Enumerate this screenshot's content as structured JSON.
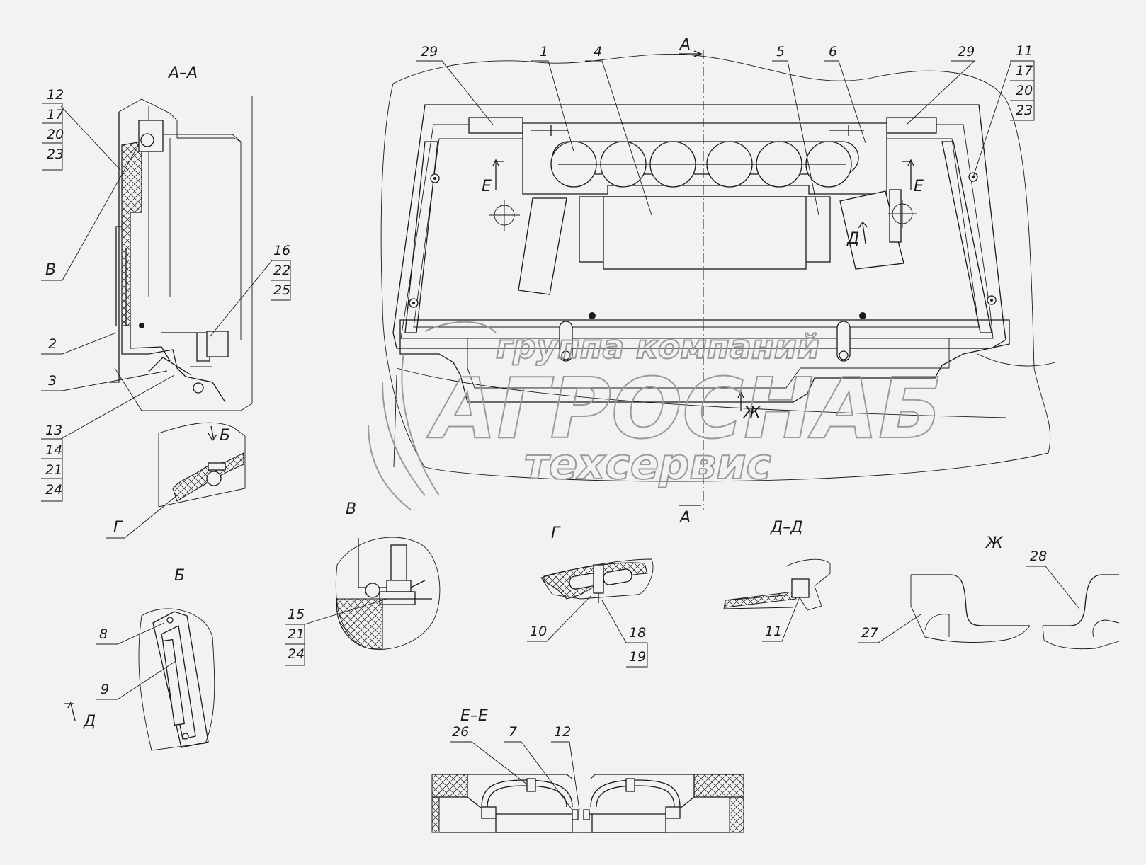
{
  "views": {
    "aa": "А–А",
    "v": "В",
    "b": "Б",
    "g": "Г",
    "dd": "Д–Д",
    "zh": "Ж",
    "ee": "Е–Е"
  },
  "section_marks": {
    "a_top": "А",
    "a_bottom": "А",
    "e_left": "Е",
    "e_right": "Е",
    "d_main": "Д",
    "zh_main": "Ж",
    "b_mark": "Б",
    "d_mark": "Д"
  },
  "callouts": {
    "main": {
      "c29a": "29",
      "c1": "1",
      "c4": "4",
      "c5": "5",
      "c6": "6",
      "c29b": "29",
      "c11": "11",
      "c17": "17",
      "c20": "20",
      "c23": "23"
    },
    "aa": {
      "c12": "12",
      "c17": "17",
      "c20": "20",
      "c23": "23",
      "cV": "В",
      "c2": "2",
      "c3": "3",
      "c13": "13",
      "c14": "14",
      "c21": "21",
      "c24": "24",
      "c16": "16",
      "c22": "22",
      "c25": "25",
      "cG": "Г"
    },
    "v": {
      "c15": "15",
      "c21": "21",
      "c24": "24"
    },
    "b": {
      "c8": "8",
      "c9": "9"
    },
    "g": {
      "c10": "10",
      "c18": "18",
      "c19": "19"
    },
    "dd": {
      "c11": "11"
    },
    "zh": {
      "c27": "27",
      "c28": "28"
    },
    "ee": {
      "c26": "26",
      "c7": "7",
      "c12": "12"
    }
  },
  "watermark": {
    "line1": "группа компаний",
    "line2": "АГРОСНАБ",
    "line3": "техсервис"
  },
  "colors": {
    "ink": "#1a1a1a",
    "paper": "#f2f2f2",
    "watermark": "#9a9a9a"
  }
}
